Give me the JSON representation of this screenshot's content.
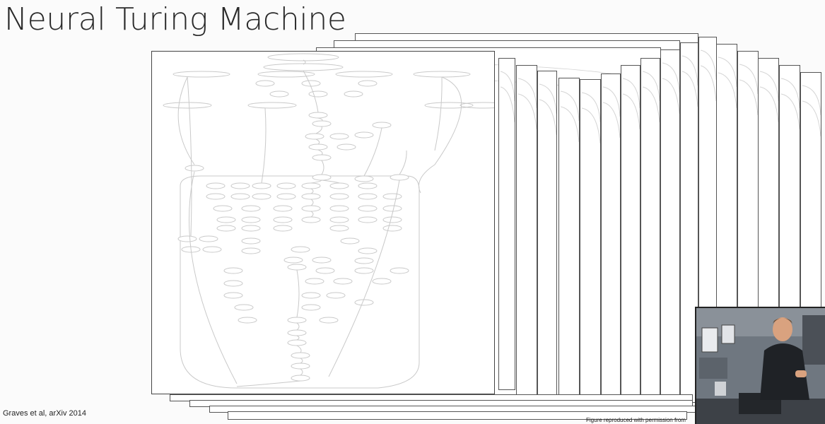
{
  "slide": {
    "title": "Neural Turing Machine",
    "citation": "Graves et al, arXiv 2014",
    "credit": "Figure reproduced with permission from"
  },
  "colors": {
    "background": "#fbfbfb",
    "page_border": "#555555",
    "graph_stroke": "#c9c9c9",
    "title_text": "#2a2a2a"
  },
  "icons": {
    "webcam": "presenter-webcam-icon"
  }
}
